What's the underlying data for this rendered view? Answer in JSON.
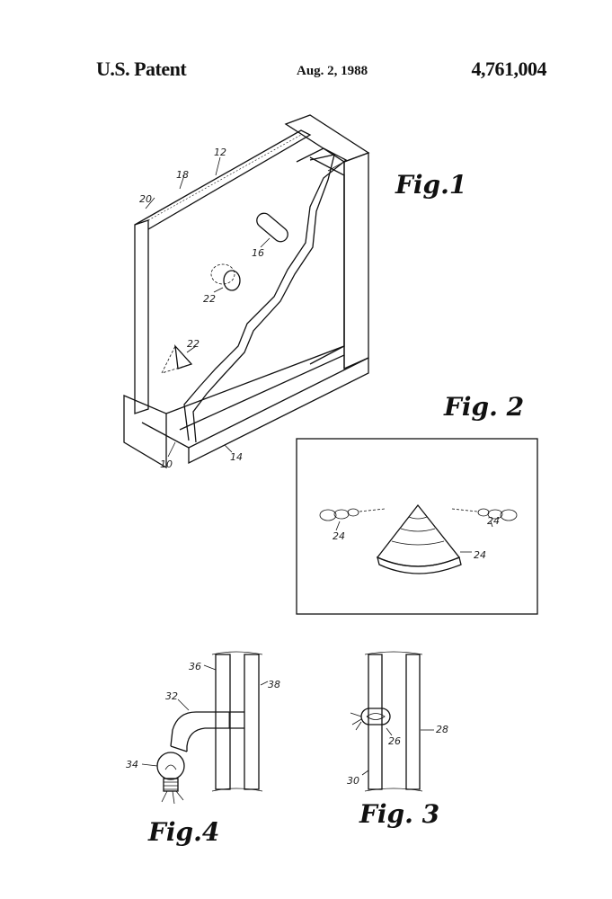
{
  "header": {
    "left": "U.S. Patent",
    "date": "Aug. 2, 1988",
    "number": "4,761,004"
  },
  "figures": {
    "fig1": "Fig.1",
    "fig2": "Fig. 2",
    "fig3": "Fig. 3",
    "fig4": "Fig.4"
  },
  "refs": {
    "r12": "12",
    "r18": "18",
    "r20": "20",
    "r16": "16",
    "r22a": "22",
    "r22b": "22",
    "r10": "10",
    "r14": "14",
    "r24a": "24",
    "r24b": "24",
    "r24c": "24",
    "r36": "36",
    "r38": "38",
    "r32": "32",
    "r34": "34",
    "r26": "26",
    "r28": "28",
    "r30": "30"
  }
}
